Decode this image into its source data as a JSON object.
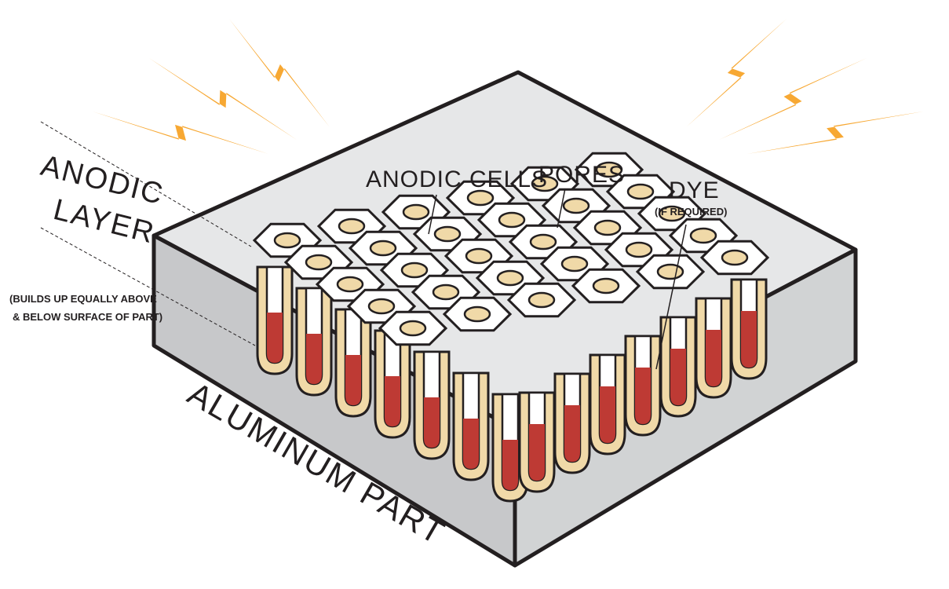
{
  "labels": {
    "anodic_layer_line1": "ANODIC",
    "anodic_layer_line2": "LAYER",
    "builds_up_line1": "(BUILDS UP EQUALLY ABOVE",
    "builds_up_line2": "& BELOW SURFACE OF PART)",
    "anodic_cells": "ANODIC CELLS",
    "pores": "PORES",
    "dye": "DYE",
    "dye_note": "(IF REQUIRED)",
    "aluminum_part": "ALUMINUM PART"
  },
  "colors": {
    "outline": "#231f20",
    "block_top": "#e6e7e8",
    "block_front_left": "#c7c8ca",
    "block_front_right": "#d1d3d4",
    "cell_body": "#f0d9a8",
    "cell_top": "#ffffff",
    "pore_fill": "#f0d9a8",
    "dye": "#be3a34",
    "bolt": "#f7a833"
  },
  "icons": {
    "energy": "lightning-bolt-icon"
  }
}
